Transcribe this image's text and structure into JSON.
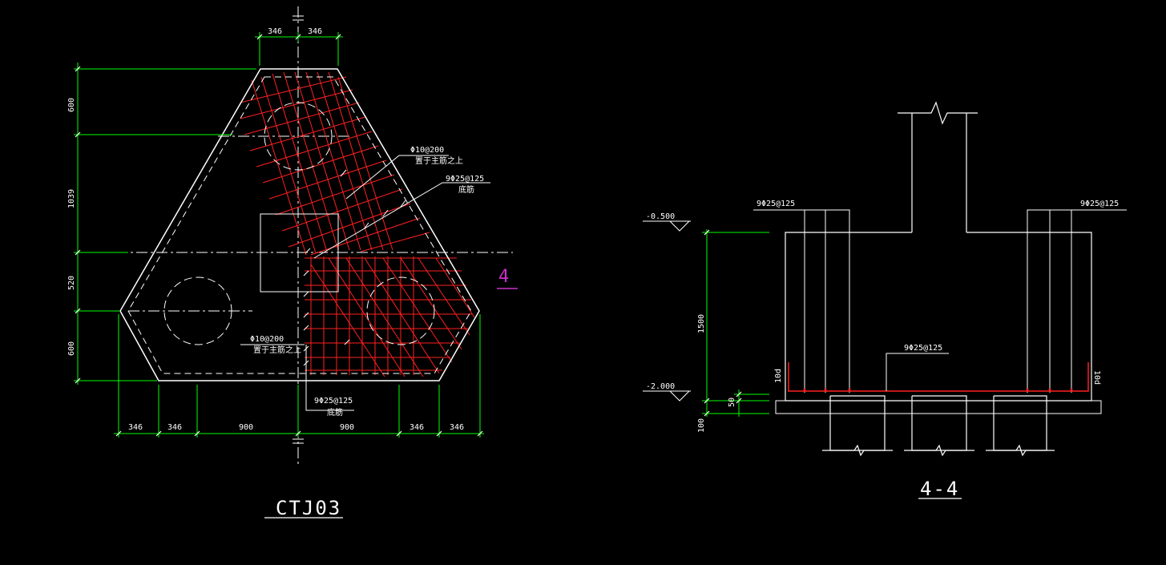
{
  "colors": {
    "background": "#000000",
    "outline": "#ffffff",
    "rebar": "#ff2020",
    "dimension": "#00ff00",
    "section_mark": "#c832c8"
  },
  "plan": {
    "title": "CTJ03",
    "section_marker": "4",
    "top_dims": [
      "346",
      "346"
    ],
    "left_dims": [
      "600",
      "1039",
      "520",
      "600"
    ],
    "bottom_dims": [
      "346",
      "346",
      "900",
      "900",
      "346",
      "346"
    ],
    "note_distribution": {
      "line1": "Φ10@200",
      "line2": "置于主筋之上"
    },
    "note_main_upper": {
      "line1": "9Φ25@125",
      "line2": "底筋"
    },
    "note_distribution_lower": {
      "line1": "Φ10@200",
      "line2": "置于主筋之上"
    },
    "note_main_lower": {
      "line1": "9Φ25@125",
      "line2": "底筋"
    }
  },
  "section": {
    "title": "4-4",
    "level_top": "-0.500",
    "level_bottom": "-2.000",
    "depth_dim": "1500",
    "dim_50": "50",
    "dim_100": "100",
    "rebar_left": "9Φ25@125",
    "rebar_right": "9Φ25@125",
    "rebar_bottom": "9Φ25@125",
    "end_label_left": "10d",
    "end_label_right": "10d"
  }
}
